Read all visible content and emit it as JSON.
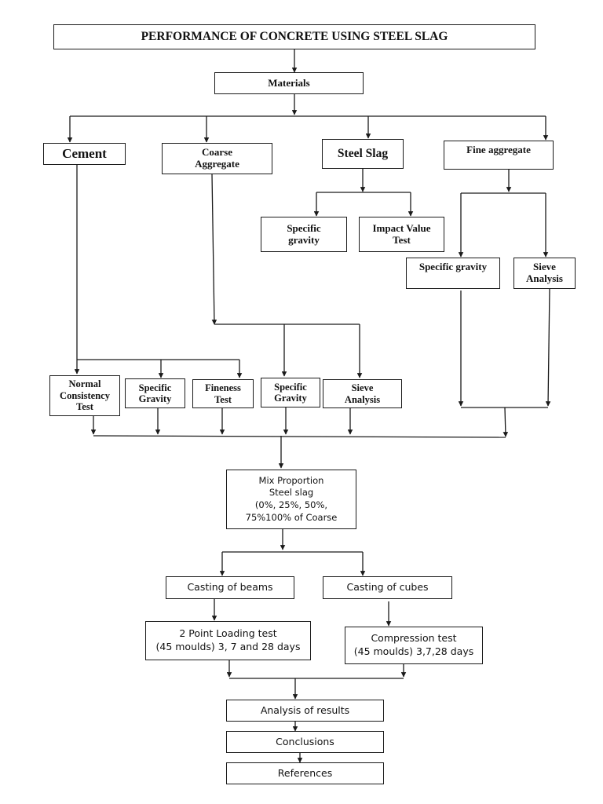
{
  "title": "PERFORMANCE OF CONCRETE USING STEEL SLAG",
  "nodes": {
    "materials": "Materials",
    "cement": "Cement",
    "coarse_aggregate": "Coarse Aggregate",
    "steel_slag": "Steel Slag",
    "fine_aggregate": "Fine aggregate",
    "slag_specific_gravity": "Specific gravity",
    "slag_impact_value": "Impact Value Test",
    "fine_specific_gravity": "Specific gravity",
    "fine_sieve_analysis": "Sieve Analysis",
    "cement_normal_consistency": "Normal Consistency Test",
    "cement_specific_gravity": "Specific Gravity",
    "cement_fineness": "Fineness Test",
    "coarse_specific_gravity": "Specific Gravity",
    "coarse_sieve_analysis": "Sieve Analysis",
    "mix_proportion": {
      "line1": "Mix Proportion",
      "line2": "Steel slag",
      "line3": "(0%, 25%, 50%,",
      "line4": "75%100% of Coarse"
    },
    "casting_beams": "Casting of beams",
    "casting_cubes": "Casting of cubes",
    "two_point_loading": {
      "line1": "2 Point Loading test",
      "line2": "(45 moulds) 3, 7 and 28 days"
    },
    "compression_test": {
      "line1": "Compression test",
      "line2": "(45 moulds) 3,7,28 days"
    },
    "analysis": "Analysis of results",
    "conclusions": "Conclusions",
    "references": "References"
  },
  "colors": {
    "line": "#1a1a1a",
    "background": "#ffffff"
  }
}
